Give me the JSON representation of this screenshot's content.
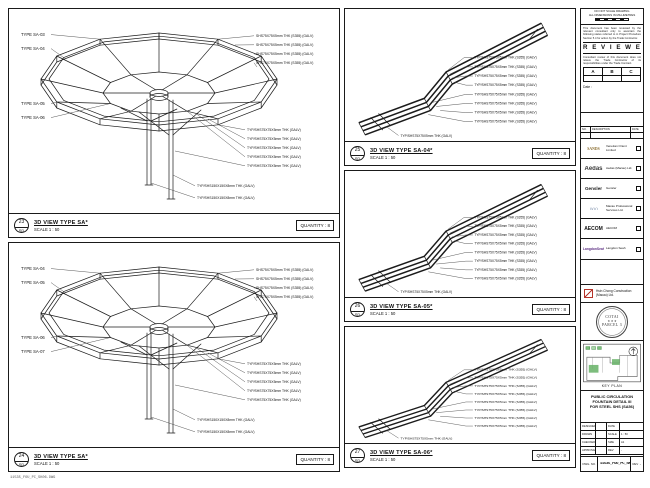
{
  "sheet": {
    "plot_stamp": "11535_FOU_PC_SK06.DWG"
  },
  "panels": {
    "p1": {
      "callout_no": "23",
      "callout_ref": "SD",
      "title": "3D VIEW TYPE SA*",
      "scale": "SCALE  1 : 50",
      "quantity": "QUANTITY : 8",
      "labels_left": [
        "TYPE SA-03",
        "TYPE SA-04",
        "TYPE SA-05",
        "TYPE SA-06"
      ],
      "labels_right": [
        "SHS75X75X5mm THK (S355) (GALV)",
        "SHS75X75X5mm THK (S355) (GALV)",
        "SHS75X75X5mm THK (S355) (GALV)",
        "SHS75X75X5mm THK (S355) (GALV)"
      ],
      "labels_lower": [
        "TYP/SHS75X75X5mm THK (GALV)",
        "TYP/SHS75X75X5mm THK (GALV)",
        "TYP/SHS75X75X5mm THK (GALV)",
        "TYP/SHS75X75X5mm THK (GALV)",
        "TYP/SHS75X75X5mm THK (GALV)"
      ],
      "labels_post": [
        "TYP/SHS150X150X8mm THK (GALV)",
        "TYP/SHS150X150X8mm THK (GALV)"
      ]
    },
    "p2": {
      "callout_no": "24",
      "callout_ref": "SD",
      "title": "3D VIEW TYPE SA*",
      "scale": "SCALE  1 : 50",
      "quantity": "QUANTITY : 8",
      "labels_left": [
        "TYPE SA-04",
        "TYPE SA-05",
        "TYPE SA-06",
        "TYPE SA-07"
      ],
      "labels_right": [
        "SHS75X75X5mm THK (S355) (GALV)",
        "SHS75X75X5mm THK (S355) (GALV)",
        "SHS75X75X5mm THK (S355) (GALV)",
        "SHS75X75X5mm THK (S355) (GALV)"
      ],
      "labels_lower": [
        "TYP/SHS75X75X5mm THK (GALV)",
        "TYP/SHS75X75X5mm THK (GALV)",
        "TYP/SHS75X75X5mm THK (GALV)",
        "TYP/SHS75X75X5mm THK (GALV)",
        "TYP/SHS75X75X5mm THK (GALV)"
      ],
      "labels_post": [
        "TYP/SHS150X150X8mm THK (GALV)",
        "TYP/SHS150X150X8mm THK (GALV)"
      ]
    },
    "p3": {
      "callout_no": "25",
      "callout_ref": "SD",
      "title": "3D VIEW TYPE SA-04*",
      "scale": "SCALE  1 : 50",
      "quantity": "QUANTITY : 8",
      "labels_right": [
        "TYP/SHS75X75X5mm THK (S355) (GALV)",
        "TYP/SHS75X75X5mm THK (S355) (GALV)",
        "TYP/SHS75X75X5mm THK (S355) (GALV)",
        "TYP/SHS75X75X5mm THK (S355) (GALV)",
        "TYP/SHS75X75X5mm THK (S355) (GALV)",
        "TYP/SHS75X75X5mm THK (S355) (GALV)",
        "TYP/SHS75X75X5mm THK (S355) (GALV)",
        "TYP/SHS75X75X5mm THK (S355) (GALV)"
      ],
      "label_bottom": "TYP/SHS75X75X5mm THK (GALV)"
    },
    "p4": {
      "callout_no": "26",
      "callout_ref": "SD",
      "title": "3D VIEW TYPE SA-05*",
      "scale": "SCALE  1 : 50",
      "quantity": "QUANTITY : 8",
      "labels_right": [
        "TYP/SHS75X75X5mm THK (S355) (GALV)",
        "TYP/SHS75X75X5mm THK (S355) (GALV)",
        "TYP/SHS75X75X5mm THK (S355) (GALV)",
        "TYP/SHS75X75X5mm THK (S355) (GALV)",
        "TYP/SHS75X75X5mm THK (S355) (GALV)",
        "TYP/SHS75X75X5mm THK (S355) (GALV)",
        "TYP/SHS75X75X5mm THK (S355) (GALV)",
        "TYP/SHS75X75X5mm THK (S355) (GALV)"
      ],
      "label_bottom": "TYP/SHS75X75X5mm THK (GALV)"
    },
    "p5": {
      "callout_no": "27",
      "callout_ref": "SD",
      "title": "3D VIEW TYPE SA-06*",
      "scale": "SCALE  1 : 50",
      "quantity": "QUANTITY : 8",
      "labels_right": [
        "TYP/SHS75X75X5mm THK (S355) (GALV)",
        "TYP/SHS75X75X5mm THK (S355) (GALV)",
        "TYP/SHS75X75X5mm THK (S355) (GALV)",
        "TYP/SHS75X75X5mm THK (S355) (GALV)",
        "TYP/SHS75X75X5mm THK (S355) (GALV)",
        "TYP/SHS75X75X5mm THK (S355) (GALV)",
        "TYP/SHS75X75X5mm THK (S355) (GALV)",
        "TYP/SHS75X75X5mm THK (S355) (GALV)"
      ],
      "label_bottom": "TYP/SHS75X75X5mm THK (GALV)"
    }
  },
  "titleblock": {
    "top_note1": "DO NOT SCALE DRAWING",
    "top_note2": "ALL DIMENSIONS IN MILLIMETRES",
    "reviewed": {
      "intro": "This document has been reviewed by the relevant consultant only to ascertain the following status referred to in Project Procedure Section 5.4 for action by the Trade Contractor.",
      "word": "R E V I E W E D",
      "cols": [
        "A",
        "B",
        "C"
      ],
      "note": "Consultant review of this document does not relieve the Trade Contractor of its responsibilities under the Trade Contract.",
      "date_label": "Date :"
    },
    "rev_table": {
      "headers": [
        "NO.",
        "DESCRIPTION",
        "DATE"
      ]
    },
    "companies": [
      {
        "logo": "SANDS",
        "name": "Venetian Orient Limited"
      },
      {
        "logo": "Aedas",
        "name": "Aedas (Macau) Ltd."
      },
      {
        "logo": "Gensler",
        "name": "Gensler"
      },
      {
        "logo": "∩∩∩",
        "name": "Macau Professional Services Ltd."
      },
      {
        "logo": "AECOM",
        "name": "AECOM"
      },
      {
        "logo": "LangdonSeah",
        "name": "Langdon Seah"
      }
    ],
    "contractor": {
      "logo": "HC",
      "name": "Hsin Chong Construction (Macau) Ltd."
    },
    "seal": {
      "top": "COTAI",
      "ornament": "★ ★ ★",
      "bottom": "PARCEL 3"
    },
    "keyplan": {
      "caption": "KEY PLAN"
    },
    "title_lines": [
      "PUBLIC CIRCULATION",
      "FOUNTAIN DETAIL III",
      "FOR STEEL SHS (SA56)"
    ],
    "info": {
      "r0l": "DESIGNED",
      "r0lv": "",
      "r0r": "DATE",
      "r0rv": "",
      "r1l": "DRAWN",
      "r1lv": "",
      "r1r": "SCALE",
      "r1rv": "1 : 50",
      "r2l": "CHECKED",
      "r2lv": "",
      "r2r": "SIZE",
      "r2rv": "A1",
      "r3l": "APPROVED",
      "r3lv": "",
      "r3r": "REV",
      "r3rv": "-"
    },
    "dwg": {
      "label": "DWG. NO.",
      "number": "11535_FOU_PC_SK06",
      "rev_label": "REV",
      "rev": "-"
    }
  }
}
